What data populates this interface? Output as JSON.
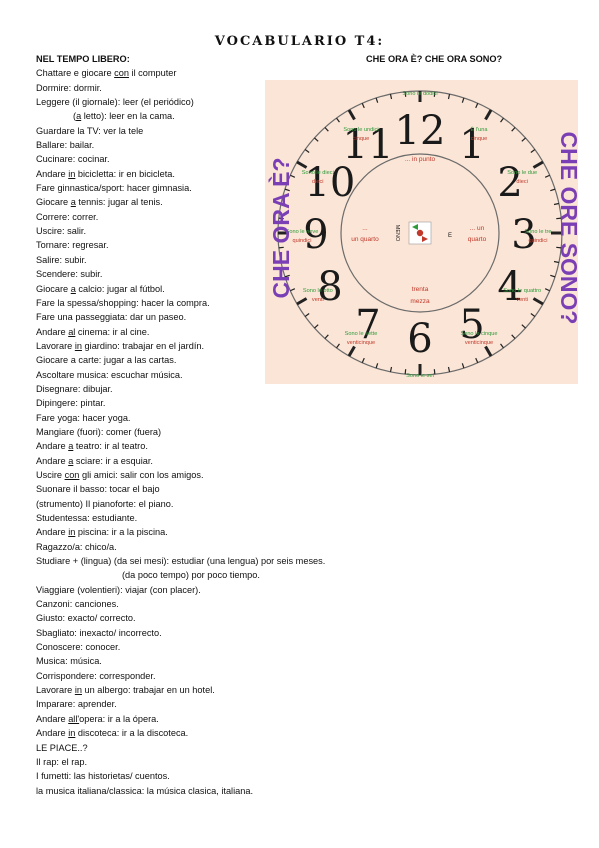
{
  "title": "VOCABULARIO T4:",
  "right_heading": "CHE ORA È? CHE ORA SONO?",
  "vocab_lines": [
    {
      "segs": [
        {
          "t": "NEL TEMPO LIBERO:"
        }
      ],
      "bold": true,
      "indent": 0
    },
    {
      "segs": [
        {
          "t": "Chattare e giocare "
        },
        {
          "t": "con",
          "u": true
        },
        {
          "t": " il computer"
        }
      ],
      "indent": 0
    },
    {
      "segs": [
        {
          "t": "Dormire: dormir."
        }
      ],
      "indent": 0
    },
    {
      "segs": [
        {
          "t": "Leggere (il giornale): leer (el periódico)"
        }
      ],
      "indent": 0
    },
    {
      "segs": [
        {
          "t": "("
        },
        {
          "t": "a",
          "u": true
        },
        {
          "t": " letto): leer en la cama."
        }
      ],
      "indent": 1
    },
    {
      "segs": [
        {
          "t": "Guardare la TV: ver la tele"
        }
      ],
      "indent": 0
    },
    {
      "segs": [
        {
          "t": "Ballare: bailar."
        }
      ],
      "indent": 0
    },
    {
      "segs": [
        {
          "t": "Cucinare: cocinar."
        }
      ],
      "indent": 0
    },
    {
      "segs": [
        {
          "t": "Andare "
        },
        {
          "t": "in",
          "u": true
        },
        {
          "t": " bicicletta: ir en bicicleta."
        }
      ],
      "indent": 0
    },
    {
      "segs": [
        {
          "t": "Fare ginnastica/sport: hacer gimnasia."
        }
      ],
      "indent": 0
    },
    {
      "segs": [
        {
          "t": "Giocare "
        },
        {
          "t": "a",
          "u": true
        },
        {
          "t": " tennis: jugar al tenis."
        }
      ],
      "indent": 0
    },
    {
      "segs": [
        {
          "t": "Correre: correr."
        }
      ],
      "indent": 0
    },
    {
      "segs": [
        {
          "t": "Uscire: salir."
        }
      ],
      "indent": 0
    },
    {
      "segs": [
        {
          "t": "Tornare: regresar."
        }
      ],
      "indent": 0
    },
    {
      "segs": [
        {
          "t": "Salire: subir."
        }
      ],
      "indent": 0
    },
    {
      "segs": [
        {
          "t": "Scendere: subir."
        }
      ],
      "indent": 0
    },
    {
      "segs": [
        {
          "t": "Giocare "
        },
        {
          "t": "a",
          "u": true
        },
        {
          "t": " calcio: jugar al fútbol."
        }
      ],
      "indent": 0
    },
    {
      "segs": [
        {
          "t": "Fare la spessa/shopping: hacer la compra."
        }
      ],
      "indent": 0
    },
    {
      "segs": [
        {
          "t": "Fare una passeggiata: dar un paseo."
        }
      ],
      "indent": 0
    },
    {
      "segs": [
        {
          "t": "Andare "
        },
        {
          "t": "al",
          "u": true
        },
        {
          "t": " cinema: ir al cine."
        }
      ],
      "indent": 0
    },
    {
      "segs": [
        {
          "t": "Lavorare "
        },
        {
          "t": "in",
          "u": true
        },
        {
          "t": " giardino: trabajar en el jardín."
        }
      ],
      "indent": 0
    },
    {
      "segs": [
        {
          "t": "Giocare a carte: jugar a las cartas."
        }
      ],
      "indent": 0
    },
    {
      "segs": [
        {
          "t": "Ascoltare musica: escuchar música."
        }
      ],
      "indent": 0
    },
    {
      "segs": [
        {
          "t": "Disegnare: dibujar."
        }
      ],
      "indent": 0
    },
    {
      "segs": [
        {
          "t": "Dipingere: pintar."
        }
      ],
      "indent": 0
    },
    {
      "segs": [
        {
          "t": "Fare yoga: hacer yoga."
        }
      ],
      "indent": 0
    },
    {
      "segs": [
        {
          "t": "Mangiare (fuori): comer (fuera)"
        }
      ],
      "indent": 0
    },
    {
      "segs": [
        {
          "t": "Andare "
        },
        {
          "t": "a",
          "u": true
        },
        {
          "t": " teatro: ir al teatro."
        }
      ],
      "indent": 0
    },
    {
      "segs": [
        {
          "t": "Andare "
        },
        {
          "t": "a",
          "u": true
        },
        {
          "t": " sciare: ir a esquiar."
        }
      ],
      "indent": 0
    },
    {
      "segs": [
        {
          "t": "Uscire "
        },
        {
          "t": "con",
          "u": true
        },
        {
          "t": " gli amici: salir con los amigos."
        }
      ],
      "indent": 0
    },
    {
      "segs": [
        {
          "t": "Suonare il basso: tocar el bajo"
        }
      ],
      "indent": 0
    },
    {
      "segs": [
        {
          "t": "(strumento) Il pianoforte: el piano."
        }
      ],
      "indent": 0
    },
    {
      "segs": [
        {
          "t": "Studentessa: estudiante."
        }
      ],
      "indent": 0
    },
    {
      "segs": [
        {
          "t": "Andare "
        },
        {
          "t": "in",
          "u": true
        },
        {
          "t": " piscina: ir a la piscina."
        }
      ],
      "indent": 0
    },
    {
      "segs": [
        {
          "t": "Ragazzo/a: chico/a."
        }
      ],
      "indent": 0
    },
    {
      "segs": [
        {
          "t": "Studiare + (lingua) (da sei mesi): estudiar (una lengua) por seis meses."
        }
      ],
      "indent": 0
    },
    {
      "segs": [
        {
          "t": "(da poco tempo) por poco tiempo."
        }
      ],
      "indent": 2
    },
    {
      "segs": [
        {
          "t": "Viaggiare (volentieri): viajar (con placer)."
        }
      ],
      "indent": 0
    },
    {
      "segs": [
        {
          "t": "Canzoni: canciones."
        }
      ],
      "indent": 0
    },
    {
      "segs": [
        {
          "t": "Giusto: exacto/ correcto."
        }
      ],
      "indent": 0
    },
    {
      "segs": [
        {
          "t": "Sbagliato: inexacto/ incorrecto."
        }
      ],
      "indent": 0
    },
    {
      "segs": [
        {
          "t": "Conoscere: conocer."
        }
      ],
      "indent": 0
    },
    {
      "segs": [
        {
          "t": "Musica: música."
        }
      ],
      "indent": 0
    },
    {
      "segs": [
        {
          "t": "Corrispondere: corresponder."
        }
      ],
      "indent": 0
    },
    {
      "segs": [
        {
          "t": "Lavorare "
        },
        {
          "t": "in",
          "u": true
        },
        {
          "t": " un albergo: trabajar en un hotel."
        }
      ],
      "indent": 0
    },
    {
      "segs": [
        {
          "t": "Imparare: aprender."
        }
      ],
      "indent": 0
    },
    {
      "segs": [
        {
          "t": "Andare "
        },
        {
          "t": "all'",
          "u": true
        },
        {
          "t": "opera: ir a la ópera."
        }
      ],
      "indent": 0
    },
    {
      "segs": [
        {
          "t": "Andare "
        },
        {
          "t": "in",
          "u": true
        },
        {
          "t": " discoteca: ir a la discoteca."
        }
      ],
      "indent": 0
    },
    {
      "segs": [
        {
          "t": "LE PIACE..?"
        }
      ],
      "indent": 0
    },
    {
      "segs": [
        {
          "t": "Il rap: el rap."
        }
      ],
      "indent": 0
    },
    {
      "segs": [
        {
          "t": "I fumetti: las historietas/ cuentos."
        }
      ],
      "indent": 0
    },
    {
      "segs": [
        {
          "t": "la musica italiana/classica: la música clasica, italiana."
        }
      ],
      "indent": 0
    }
  ],
  "clock": {
    "side_left": "CHE ORA È?",
    "side_right": "CHE ORE SONO?",
    "numbers": [
      "12",
      "1",
      "2",
      "3",
      "4",
      "5",
      "6",
      "7",
      "8",
      "9",
      "10",
      "11"
    ],
    "hour_phrases": [
      {
        "h": 12,
        "lines": [
          "Sono le dodici"
        ]
      },
      {
        "h": 1,
        "lines": [
          "È l'una",
          "cinque"
        ]
      },
      {
        "h": 2,
        "lines": [
          "Sono le due",
          "dieci"
        ]
      },
      {
        "h": 3,
        "lines": [
          "Sono le tre",
          "quindici"
        ]
      },
      {
        "h": 4,
        "lines": [
          "Sono le quattro",
          "venti"
        ]
      },
      {
        "h": 5,
        "lines": [
          "Sono le cinque",
          "venticinque"
        ]
      },
      {
        "h": 6,
        "lines": [
          "Sono le sei"
        ]
      },
      {
        "h": 7,
        "lines": [
          "Sono le sette",
          "venticinque"
        ]
      },
      {
        "h": 8,
        "lines": [
          "Sono le otto",
          "venti"
        ]
      },
      {
        "h": 9,
        "lines": [
          "Sono le nove",
          "quindici"
        ]
      },
      {
        "h": 10,
        "lines": [
          "Sono le dieci",
          "dieci"
        ]
      },
      {
        "h": 11,
        "lines": [
          "Sono le undici",
          "cinque"
        ]
      }
    ],
    "inner_top": "... in punto",
    "inner_left": [
      "...",
      "un quarto"
    ],
    "inner_right": [
      "... un",
      "quarto"
    ],
    "inner_bottom": [
      "trenta",
      "mezza"
    ],
    "meno": "MENO",
    "e": "E",
    "colors": {
      "background": "#fbe5d6",
      "side_text": "#7b3fb5",
      "phrase_green": "#2e9a3a",
      "phrase_red": "#c0392b",
      "numerals": "#1a1a1a"
    }
  }
}
